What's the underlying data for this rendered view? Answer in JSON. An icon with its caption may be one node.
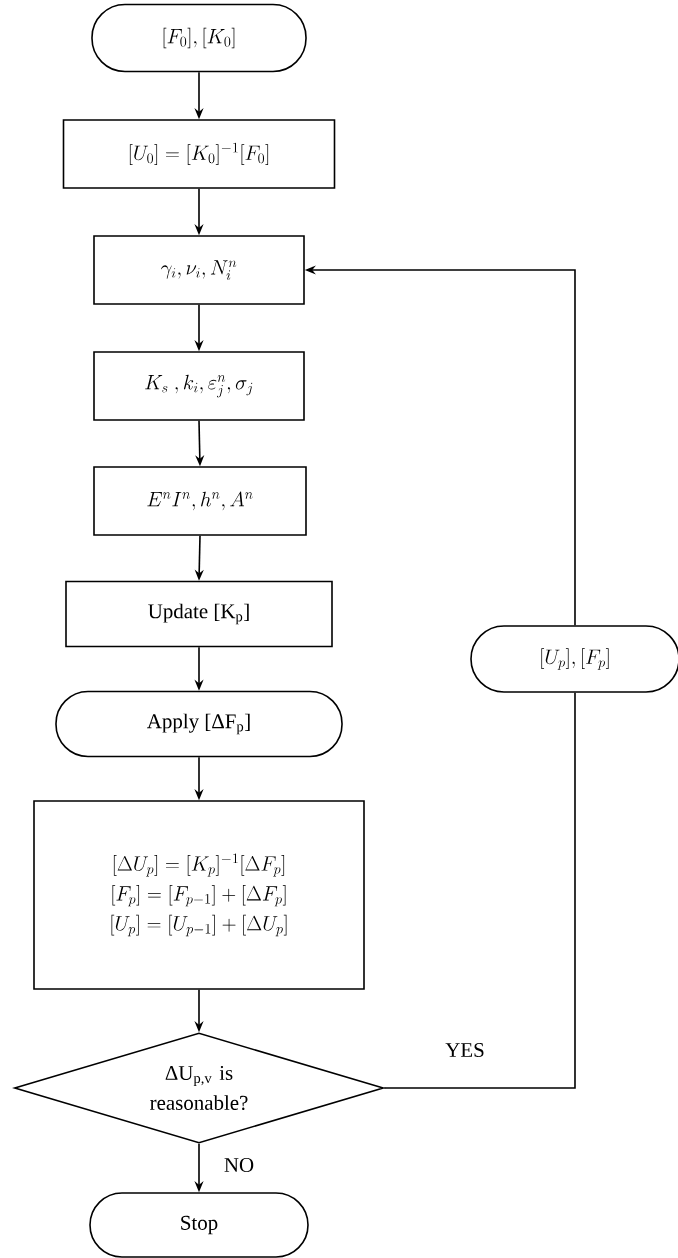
{
  "diagram": {
    "nodes": [
      {
        "text": [
          "[F_0], [K_0]"
        ]
      },
      {
        "text": [
          "[U_0] = [K_0]^{-1}[F_0]"
        ]
      },
      {
        "text": [
          "\\gamma_i, \\nu_i, N_i^n"
        ]
      },
      {
        "text": [
          "K_s\\ , k_i, \\varepsilon_j^n, \\sigma_j"
        ]
      },
      {
        "text": [
          "E^n I^n, h^n, A^n"
        ]
      },
      {
        "text": [
          "Update [K$_{p}$]"
        ]
      },
      {
        "text": [
          "Apply [ΔF$_{p}$]"
        ]
      },
      {
        "text": [
          "[\\Delta U_p] = [K_p]^{-1}[\\Delta F_p]",
          "[F_p] = [F_{p-1}]+[\\Delta F_p]",
          "[U_p] = [U_{p-1}]+[\\Delta U_p]"
        ]
      },
      {
        "text": [
          "ΔU$_{p,v}$ is reasonable?"
        ]
      },
      {
        "text": [
          "Stop"
        ]
      },
      {
        "text": [
          "[U_p], [F_p]"
        ]
      }
    ],
    "edges": [
      {
        "from": 0,
        "to": 1,
        "arrow": "to"
      },
      {
        "from": 1,
        "to": 2,
        "arrow": "to"
      },
      {
        "from": 2,
        "to": 3,
        "arrow": "to"
      },
      {
        "from": 3,
        "to": 4,
        "arrow": "to"
      },
      {
        "from": 4,
        "to": 5,
        "arrow": "to"
      },
      {
        "from": 5,
        "to": 6,
        "arrow": "to"
      },
      {
        "from": 6,
        "to": 7,
        "arrow": "to"
      },
      {
        "from": 7,
        "to": 8,
        "arrow": "to"
      },
      {
        "from": 8,
        "to": 9,
        "arrow": "to",
        "label": "NO"
      },
      {
        "from": 8,
        "to": 10,
        "arrow": "none",
        "label": "YES"
      },
      {
        "from": 10,
        "to": 2,
        "arrow": "to"
      }
    ]
  }
}
